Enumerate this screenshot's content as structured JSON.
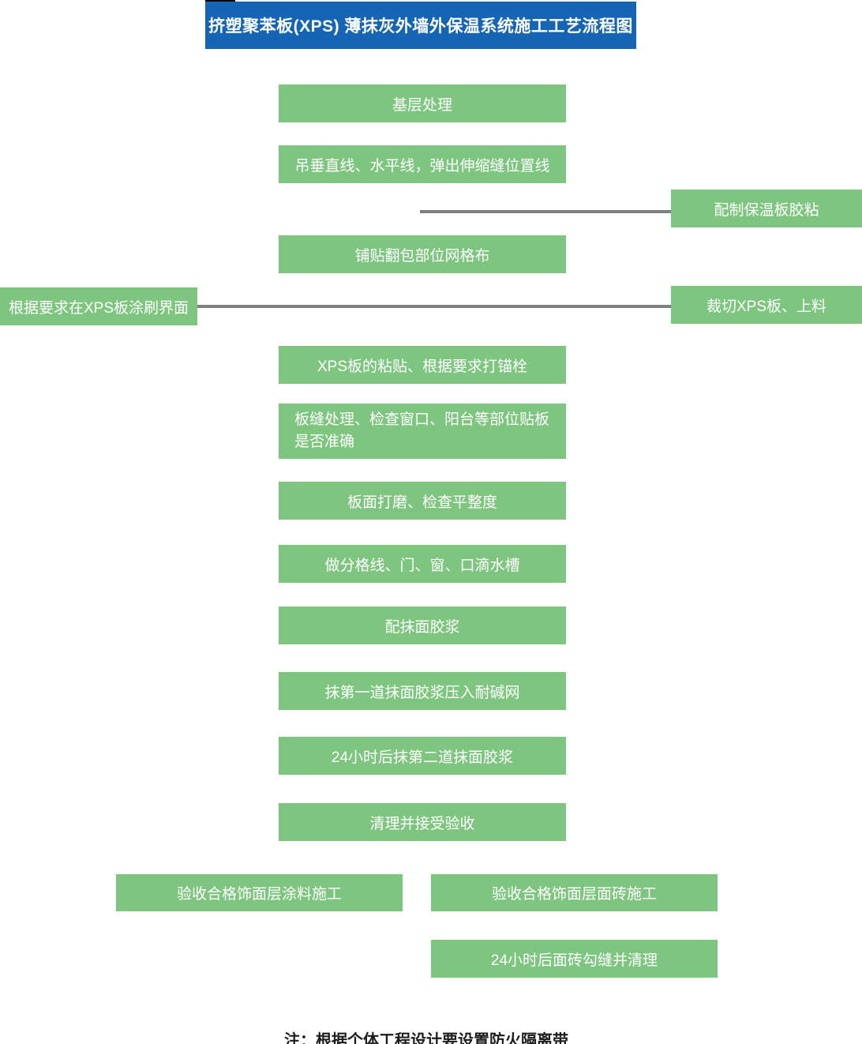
{
  "title": {
    "text": "挤塑聚苯板(XPS) 薄抹灰外墙外保温系统施工工艺流程图"
  },
  "colors": {
    "title_bg": "#1565b4",
    "title_text": "#ffffff",
    "box_bg": "#7ec67f",
    "box_text": "#ffffff",
    "connector": "#7f7f7f",
    "note_text": "#1c1c1c",
    "corner_bar": "#000000"
  },
  "flow": {
    "main_steps": [
      {
        "label": "基层处理"
      },
      {
        "label": "吊垂直线、水平线，弹出伸缩缝位置线"
      },
      {
        "label": "铺贴翻包部位网格布"
      },
      {
        "label": "XPS板的粘贴、根据要求打锚栓"
      },
      {
        "label": "板缝处理、检查窗口、阳台等部位贴板是否准确"
      },
      {
        "label": "板面打磨、检查平整度"
      },
      {
        "label": "做分格线、门、窗、口滴水槽"
      },
      {
        "label": "配抹面胶浆"
      },
      {
        "label": "抹第一道抹面胶浆压入耐碱网"
      },
      {
        "label": "24小时后抹第二道抹面胶浆"
      },
      {
        "label": "清理并接受验收"
      }
    ],
    "side_inputs": [
      {
        "label": "配制保温板胶粘",
        "side": "right"
      },
      {
        "label": "裁切XPS板、上料",
        "side": "right"
      },
      {
        "label": "根据要求在XPS板涂刷界面",
        "side": "left"
      }
    ],
    "branches": [
      {
        "label": "验收合格饰面层涂料施工"
      },
      {
        "label": "验收合格饰面层面砖施工"
      },
      {
        "label": "24小时后面砖勾缝并清理"
      }
    ]
  },
  "note": {
    "text": "注：根据个体工程设计要设置防火隔离带"
  }
}
